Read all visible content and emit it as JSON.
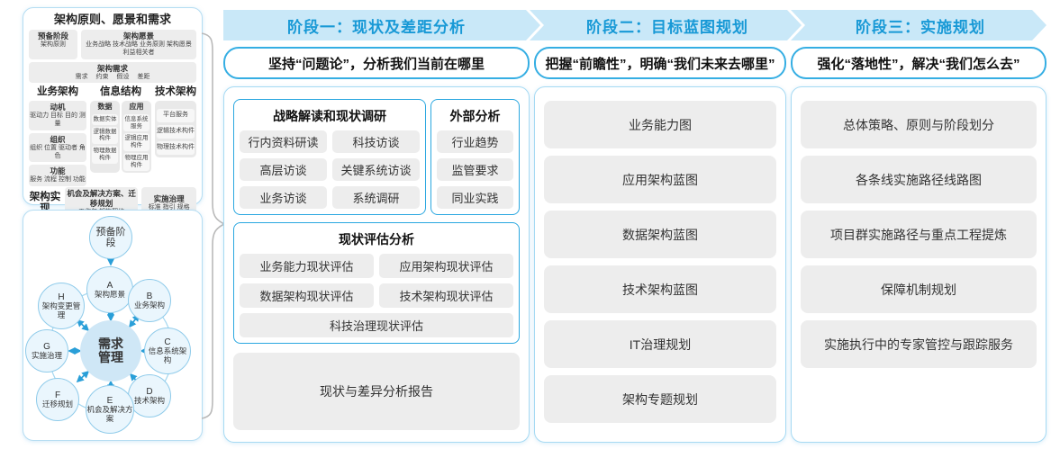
{
  "colors": {
    "band_bg": "#c9e8f8",
    "phase_title_blue": "#1899d6",
    "blue_border": "#2aa7e0",
    "light_blue_border": "#a6daf3",
    "gray_box": "#ededed",
    "arrow_blue": "#2a9fd8",
    "brace_gray": "#b9b9b9",
    "circle_border": "#8fcbea",
    "circle_fill": "#eaf6fd",
    "center_circle_fill": "#cfe7f6"
  },
  "left_top": {
    "title": "架构原则、愿景和需求",
    "prep_title": "预备阶段",
    "prep_sub": "架构原则",
    "vision_title": "架构愿景",
    "vision_sub": "业务战略 技术战略 业务原则 架构愿景 利益相关者",
    "req_title": "架构需求",
    "req_sub": "需求 约束 假设 差距",
    "biz": {
      "title": "业务架构",
      "groups": [
        {
          "t": "动机",
          "s": "驱动力 目标 目的 测量"
        },
        {
          "t": "组织",
          "s": "组织 位置 驱动者 角色"
        },
        {
          "t": "功能",
          "s": "服务 流程 控制 功能"
        }
      ]
    },
    "info": {
      "title": "信息结构",
      "data_title": "数据",
      "data_items": [
        "数据实体",
        "逻辑数据构件",
        "物理数据构件"
      ],
      "app_title": "应用",
      "app_items": [
        "信息系统服务",
        "逻辑应用构件",
        "物理应用构件"
      ]
    },
    "tech": {
      "title": "技术架构",
      "items": [
        "平台服务",
        "逻辑技术构件",
        "物理技术构件"
      ]
    },
    "impl": {
      "label": "架构实现",
      "opp_title": "机会及解决方案、迁移规划",
      "opp_sub": "工作包 架构契约",
      "gov_title": "实施治理",
      "gov_sub": "标准 指引 规格"
    }
  },
  "adm": {
    "prelim": "预备阶段",
    "center": "需求管理",
    "nodes": [
      {
        "k": "A",
        "label": "架构愿景"
      },
      {
        "k": "B",
        "label": "业务架构"
      },
      {
        "k": "C",
        "label": "信息系统架构"
      },
      {
        "k": "D",
        "label": "技术架构"
      },
      {
        "k": "E",
        "label": "机会及解决方案"
      },
      {
        "k": "F",
        "label": "迁移规划"
      },
      {
        "k": "G",
        "label": "实施治理"
      },
      {
        "k": "H",
        "label": "架构变更管理"
      }
    ]
  },
  "phases": [
    {
      "header": "阶段一：现状及差距分析",
      "subtitle": "坚持“问题论”，分析我们当前在哪里"
    },
    {
      "header": "阶段二：目标蓝图规划",
      "subtitle": "把握“前瞻性”，明确“我们未来去哪里”"
    },
    {
      "header": "阶段三：实施规划",
      "subtitle": "强化“落地性”，解决“我们怎么去”"
    }
  ],
  "phase1": {
    "survey_title": "战略解读和现状调研",
    "survey_items": [
      "行内资料研读",
      "科技访谈",
      "高层访谈",
      "关键系统访谈",
      "业务访谈",
      "系统调研"
    ],
    "external_title": "外部分析",
    "external_items": [
      "行业趋势",
      "监管要求",
      "同业实践"
    ],
    "assess_title": "现状评估分析",
    "assess_items": [
      "业务能力现状评估",
      "应用架构现状评估",
      "数据架构现状评估",
      "技术架构现状评估",
      "科技治理现状评估"
    ],
    "report": "现状与差异分析报告"
  },
  "phase2": {
    "items": [
      "业务能力图",
      "应用架构蓝图",
      "数据架构蓝图",
      "技术架构蓝图",
      "IT治理规划",
      "架构专题规划"
    ]
  },
  "phase3": {
    "items": [
      "总体策略、原则与阶段划分",
      "各条线实施路径线路图",
      "项目群实施路径与重点工程提炼",
      "保障机制规划",
      "实施执行中的专家管控与跟踪服务"
    ]
  }
}
